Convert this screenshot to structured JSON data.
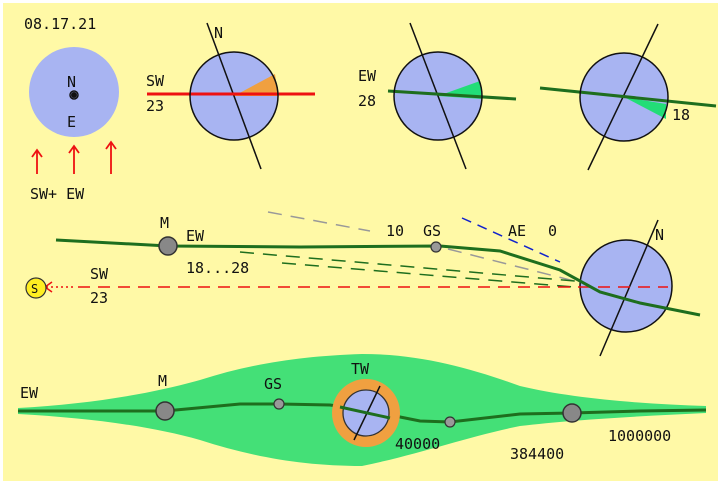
{
  "date": "08.17.21",
  "colors": {
    "background": "#fff9a6",
    "disc": "#a8b4f2",
    "green_line": "#1e6e1e",
    "green_wedge": "#22dd77",
    "orange": "#f0a040",
    "red": "#ee1111",
    "green_band": "#44e077",
    "body_gray": "#888888"
  },
  "panel1": {
    "label_n": "N",
    "label_e": "E",
    "caption": "SW+ EW"
  },
  "panel2": {
    "north": "N",
    "beam": "SW",
    "value": "23"
  },
  "panel3": {
    "beam": "EW",
    "value": "28"
  },
  "panel4": {
    "value": "18"
  },
  "middle": {
    "m_label": "M",
    "ew_label": "EW",
    "range": "18...28",
    "ten_label": "10",
    "gs_label": "GS",
    "ae_label": "AE",
    "zero_label": "0",
    "north": "N",
    "sun_symbol": "S",
    "sw_label": "SW",
    "sw_value": "23"
  },
  "bottom": {
    "ew_label": "EW",
    "m_label": "M",
    "gs_label": "GS",
    "tw_label": "TW",
    "dist1": "40000",
    "dist2": "384400",
    "dist3": "1000000"
  }
}
